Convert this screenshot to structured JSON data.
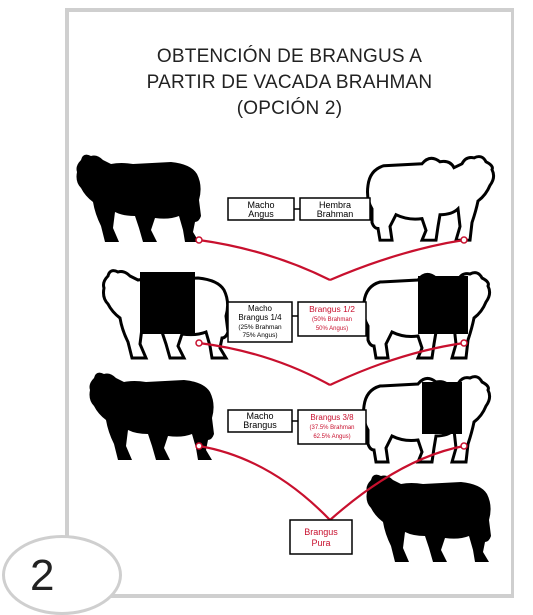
{
  "title": {
    "line1": "OBTENCIÓN DE BRANGUS A",
    "line2": "PARTIR DE VACADA BRAHMAN",
    "line3": "(OPCIÓN 2)"
  },
  "step_number": "2",
  "colors": {
    "line": "#c8102e",
    "animal": "#000000",
    "frame": "#cfcfcf",
    "accent_text": "#c8102e"
  },
  "generations": [
    {
      "male": {
        "line1": "Macho",
        "line2": "Angus"
      },
      "female": {
        "line1": "Hembra",
        "line2": "Brahman"
      }
    },
    {
      "male": {
        "line1": "Macho",
        "line2": "Brangus 1/4",
        "line3": "(25% Brahman",
        "line4": "75% Angus)"
      },
      "female": {
        "line1": "Brangus 1/2",
        "line2": "(50% Brahman",
        "line3": "50% Angus)"
      }
    },
    {
      "male": {
        "line1": "Macho",
        "line2": "Brangus"
      },
      "female": {
        "line1": "Brangus 3/8",
        "line2": "(37.5% Brahman",
        "line3": "62.5% Angus)"
      }
    }
  ],
  "result": {
    "line1": "Brangus",
    "line2": "Pura"
  }
}
